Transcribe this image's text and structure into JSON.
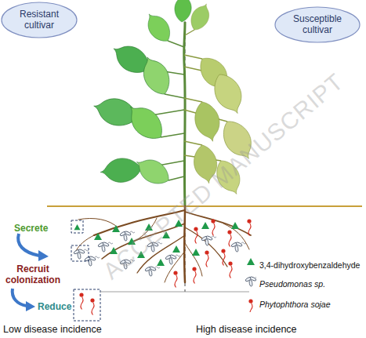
{
  "diagram": {
    "nodes": [
      {
        "text": [
          "Resistant cultivar"
        ]
      },
      {
        "text": [
          "Susceptible cultivar"
        ]
      }
    ],
    "labels": [
      "Secrete",
      "Recruit colonization",
      "Reduce",
      "Low disease incidence",
      "High disease incidence",
      "ACCEPTED MANUSCRIPT"
    ],
    "legend": [
      {
        "text": "3,4-dihydroxybenzaldehyde"
      },
      {
        "text": "Pseudomonas sp."
      },
      {
        "text": "Phytophthora sojae"
      }
    ]
  }
}
